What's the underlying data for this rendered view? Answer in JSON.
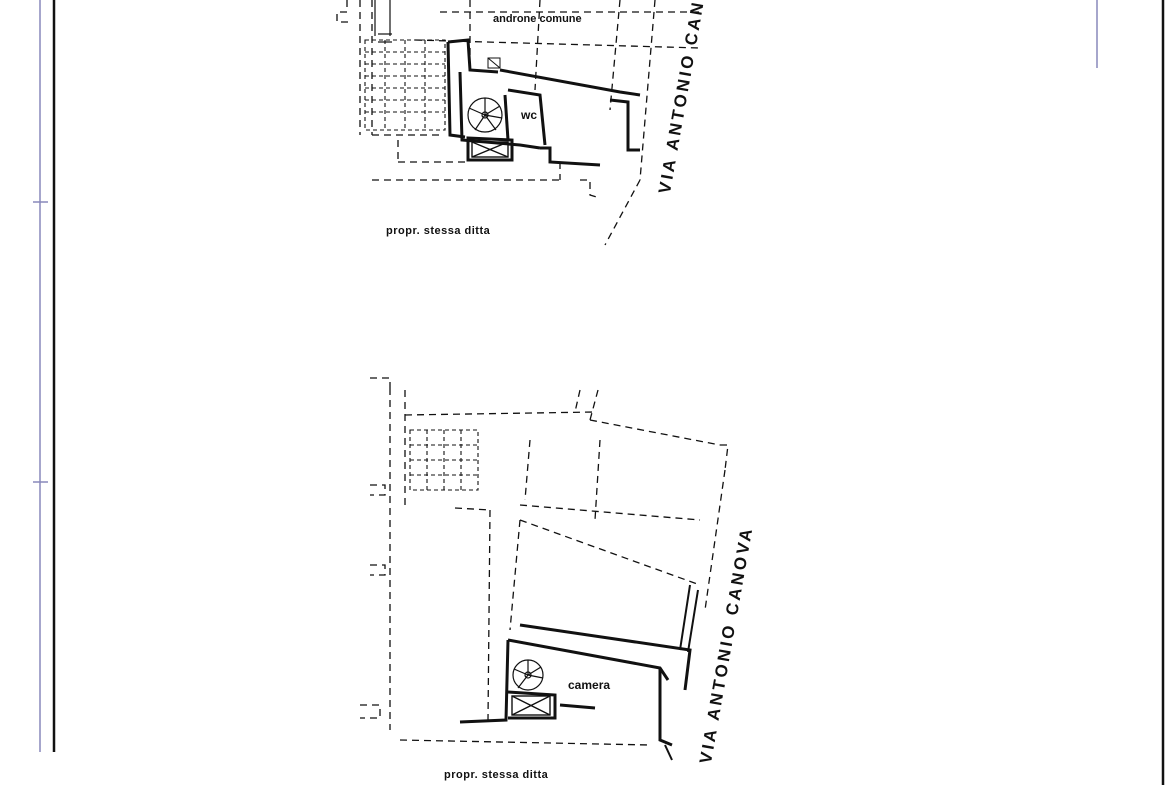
{
  "sheet": {
    "frame_color": "#8888bb",
    "line_color": "#111111"
  },
  "upper_plan": {
    "room_labels": {
      "common_hall": "androne comune",
      "wc": "wc"
    },
    "street_label": "VIA ANTONIO CANOVA",
    "neighbor_label": "propr. stessa ditta"
  },
  "lower_plan": {
    "room_labels": {
      "bedroom": "camera"
    },
    "street_label": "VIA ANTONIO CANOVA",
    "neighbor_label": "propr. stessa ditta"
  },
  "icons": [
    "spiral-staircase-icon",
    "stair-flight-icon",
    "elevator-shaft-icon"
  ]
}
